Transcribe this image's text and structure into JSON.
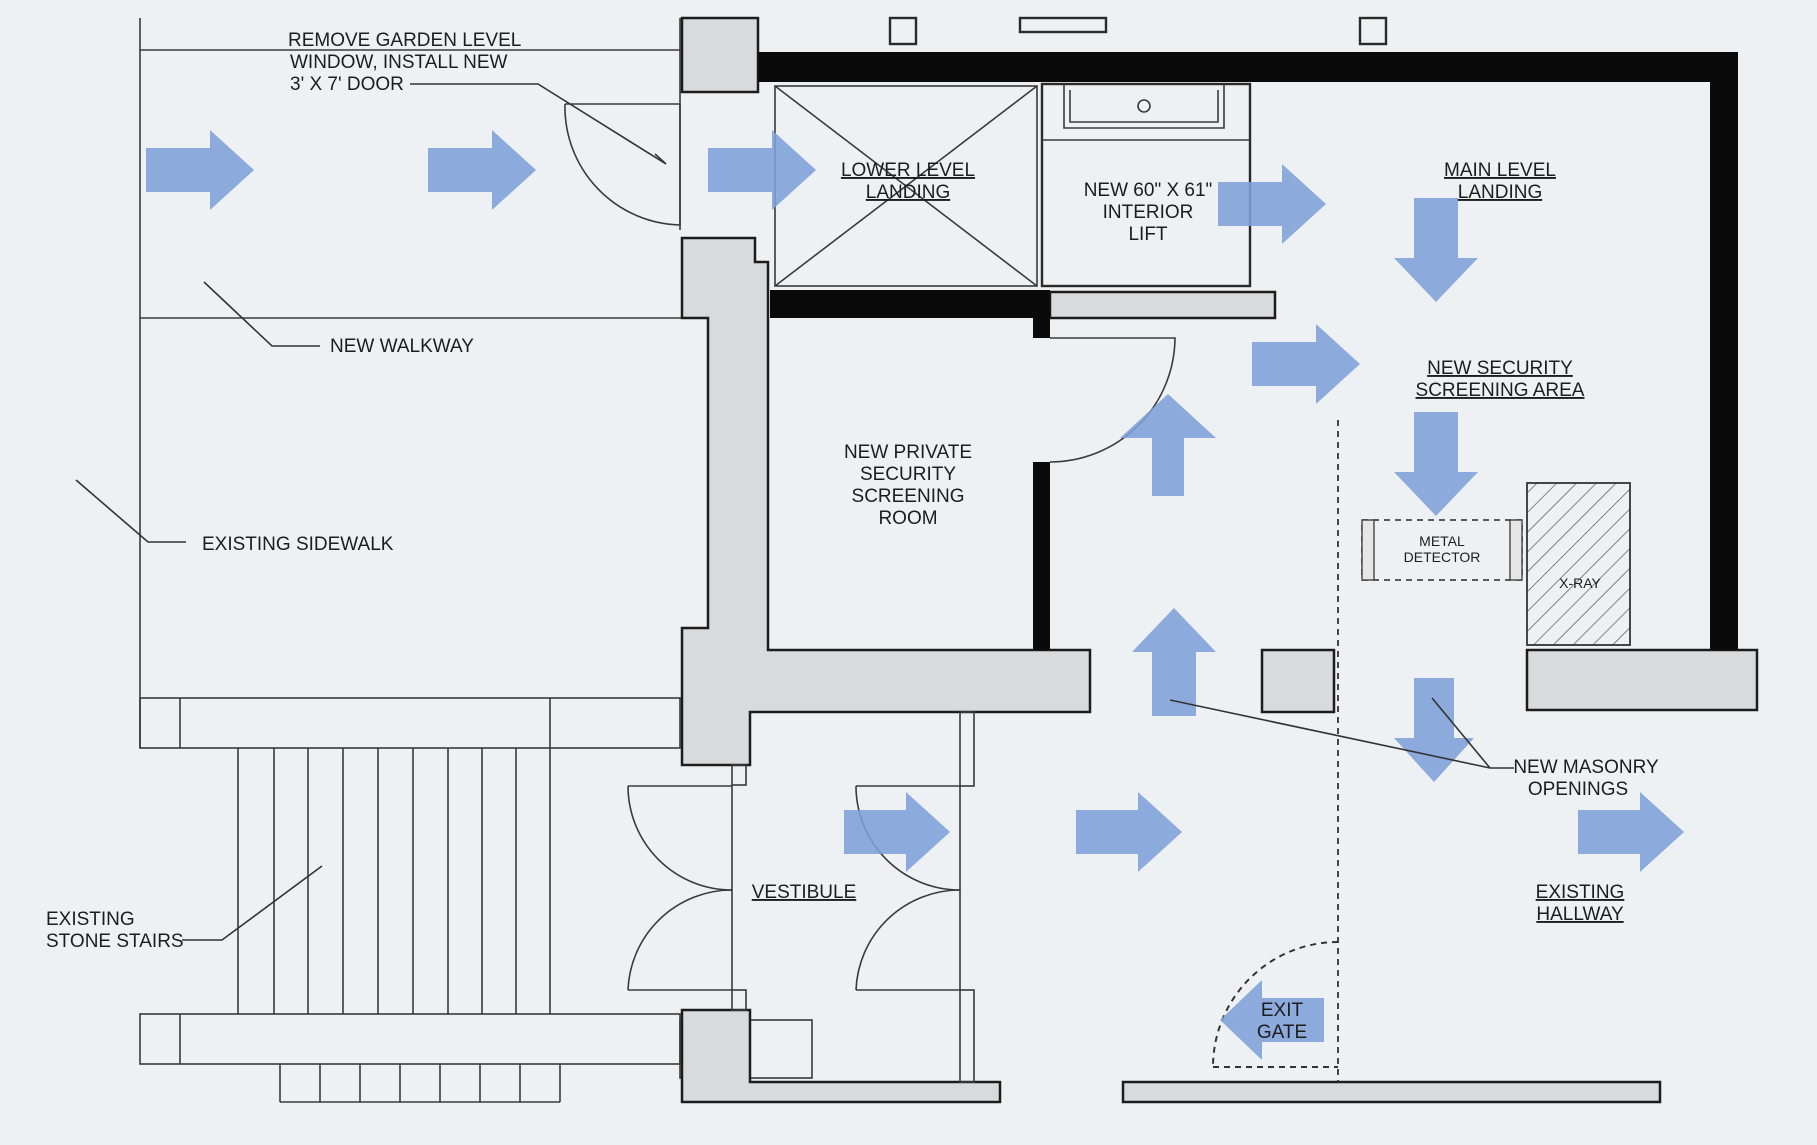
{
  "labels": {
    "remove_garden_line1": "REMOVE GARDEN LEVEL",
    "remove_garden_line2": "WINDOW, INSTALL NEW",
    "remove_garden_line3": "3' X 7' DOOR",
    "lower_landing_line1": "LOWER LEVEL",
    "lower_landing_line2": "LANDING",
    "lift_line1": "NEW 60\" X 61\"",
    "lift_line2": "INTERIOR",
    "lift_line3": "LIFT",
    "main_landing_line1": "MAIN LEVEL",
    "main_landing_line2": "LANDING",
    "new_walkway": "NEW WALKWAY",
    "security_area_line1": "NEW SECURITY",
    "security_area_line2": "SCREENING AREA",
    "private_room_line1": "NEW PRIVATE",
    "private_room_line2": "SECURITY",
    "private_room_line3": "SCREENING",
    "private_room_line4": "ROOM",
    "existing_sidewalk": "EXISTING SIDEWALK",
    "metal_detector_line1": "METAL",
    "metal_detector_line2": "DETECTOR",
    "xray": "X-RAY",
    "masonry_line1": "NEW MASONRY",
    "masonry_line2": "OPENINGS",
    "vestibule": "VESTIBULE",
    "hallway_line1": "EXISTING",
    "hallway_line2": "HALLWAY",
    "stairs_line1": "EXISTING",
    "stairs_line2": "STONE STAIRS",
    "exit_gate_line1": "EXIT",
    "exit_gate_line2": "GATE"
  },
  "colors": {
    "background": "#eef1f3",
    "wall_fill": "#d9dadb",
    "new_wall": "#0a0a0a",
    "flow_arrow": "#7f9fd8"
  },
  "icons": {
    "flow_arrow": "circulation-arrow-icon",
    "door_swing": "door-swing-arc"
  }
}
